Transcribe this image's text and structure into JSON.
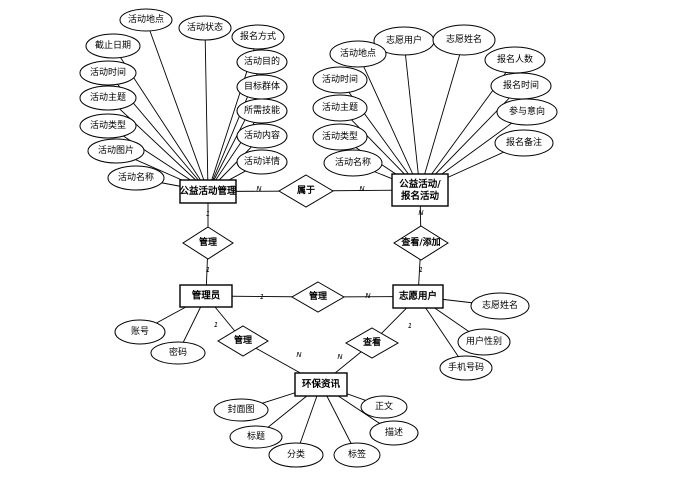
{
  "entities": {
    "activity_mgmt": "公益活动管理",
    "activity_signup": "公益活动/报名活动",
    "admin": "管理员",
    "volunteer": "志愿用户",
    "eco_news": "环保资讯"
  },
  "relations": {
    "belongs": "属于",
    "manage_activity": "管理",
    "view_signup": "查看/添加",
    "manage_admin_vol": "管理",
    "manage_news": "管理",
    "view_news": "查看"
  },
  "cardinalities": {
    "belongs_left": "N",
    "belongs_right": "N",
    "mgmt_rel_top": "1",
    "mgmt_rel_bottom": "1",
    "signup_rel_top": "N",
    "signup_rel_bottom": "1",
    "admin_rel_left": "1",
    "vol_rel_right": "N",
    "admin_news_top": "1",
    "admin_news_bottom": "N",
    "vol_news_top": "1",
    "vol_news_bottom": "N"
  },
  "attributes": {
    "activity_mgmt": [
      "活动地点",
      "活动状态",
      "报名方式",
      "截止日期",
      "活动目的",
      "活动时间",
      "目标群体",
      "活动主题",
      "所需技能",
      "活动类型",
      "活动内容",
      "活动图片",
      "活动详情",
      "活动名称"
    ],
    "activity_signup": [
      "志愿用户",
      "志愿姓名",
      "活动地点",
      "报名人数",
      "活动时间",
      "报名时间",
      "活动主题",
      "参与意向",
      "活动类型",
      "报名备注",
      "活动名称"
    ],
    "admin": [
      "账号",
      "密码"
    ],
    "volunteer": [
      "志愿姓名",
      "用户性别",
      "手机号码"
    ],
    "eco_news": [
      "封面图",
      "正文",
      "标题",
      "描述",
      "分类",
      "标签"
    ]
  }
}
